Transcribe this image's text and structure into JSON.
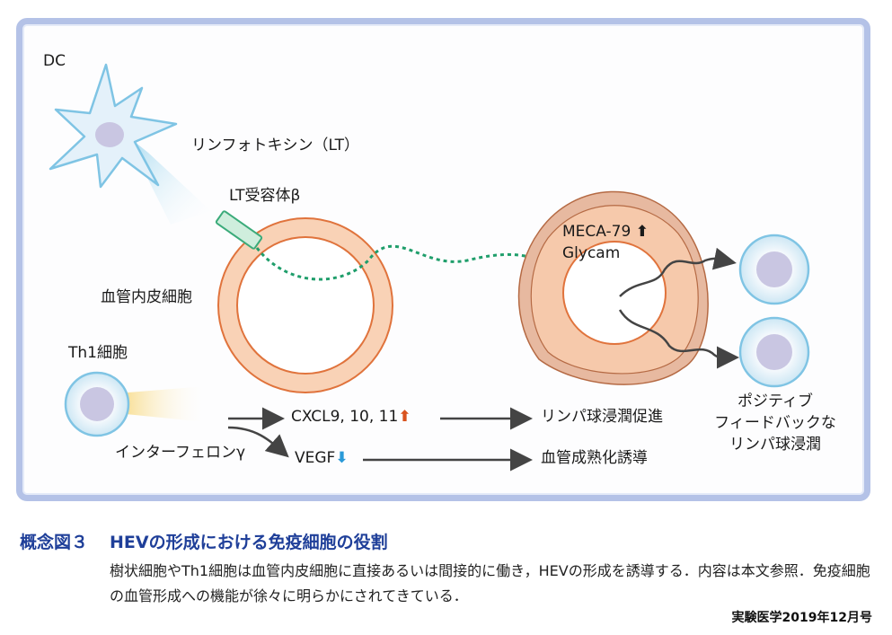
{
  "labels": {
    "dc": "DC",
    "lymphotoxin": "リンフォトキシン（LT）",
    "lt_receptor": "LT受容体β",
    "endothelial": "血管内皮細胞",
    "th1": "Th1細胞",
    "interferon": "インターフェロンγ",
    "cxcl": "CXCL9, 10, 11",
    "vegf": "VEGF",
    "lymph_promote": "リンパ球浸潤促進",
    "vessel_maturation": "血管成熟化誘導",
    "meca": "MECA-79",
    "glycam": "Glycam",
    "positive_feedback_1": "ポジティブ",
    "positive_feedback_2": "フィードバックな",
    "positive_feedback_3": "リンパ球浸潤"
  },
  "indicators": {
    "cxcl_up": "⬆",
    "vegf_down": "⬇",
    "meca_up": "⬆"
  },
  "caption": {
    "number": "概念図３",
    "title": "HEVの形成における免疫細胞の役割",
    "body": "樹状細胞やTh1細胞は血管内皮細胞に直接あるいは間接的に働き，HEVの形成を誘導する．内容は本文参照．免疫細胞の血管形成への機能が徐々に明らかにされてきている．",
    "source": "実験医学2019年12月号"
  },
  "colors": {
    "frame": "#b4c2e7",
    "cell_fill": "#ddeef7",
    "cell_border": "#7fc4e4",
    "nucleus": "#c9c6e2",
    "vessel_ring": "#f9d2b6",
    "vessel_border": "#e0733c",
    "hev_outer": "#e7b9a0",
    "receptor": "#cfeedd",
    "signal_path": "#1f9e6b",
    "caption_blue": "#1f3f99",
    "up_red": "#d9531e",
    "down_blue": "#2a9ad8"
  }
}
